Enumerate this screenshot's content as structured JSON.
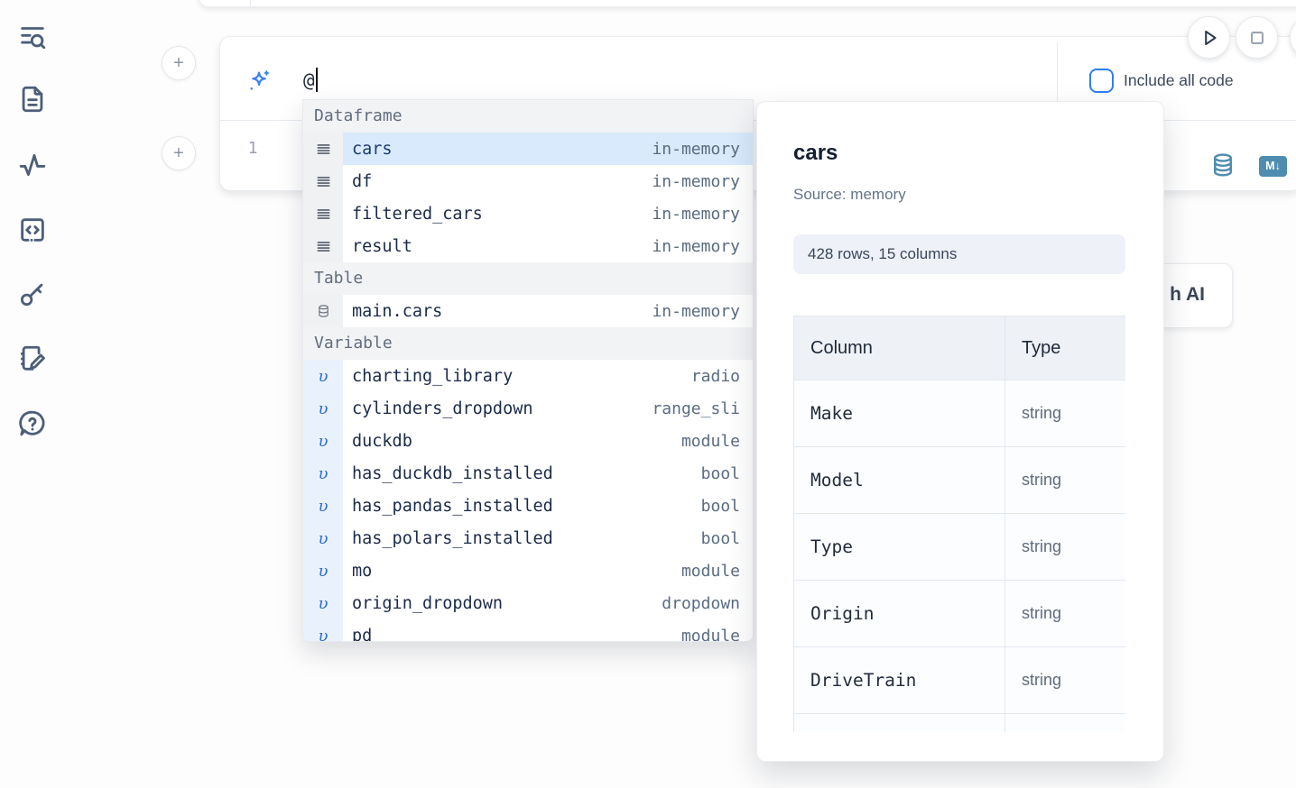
{
  "colors": {
    "accent_blue": "#2f7df6",
    "steel_blue": "#4e8cb0",
    "selection_bg": "#d8eafc",
    "sidebar_icon": "#4d5e79"
  },
  "sidebar": {
    "icons": [
      "list-search-icon",
      "document-icon",
      "activity-icon",
      "code-snippet-icon",
      "key-icon",
      "scratchpad-icon",
      "help-icon"
    ]
  },
  "cell": {
    "prompt_value": "@",
    "include_all_code_label": "Include all code",
    "line_number": "1",
    "mini_icons": [
      "database-icon",
      "markdown-export-icon"
    ],
    "markdown_badge_text": "M↓"
  },
  "run_controls": {
    "buttons": [
      "run-button",
      "stop-button"
    ]
  },
  "ai_button": {
    "visible_fragment": "h AI"
  },
  "autocomplete": {
    "sections": [
      {
        "label": "Dataframe",
        "items": [
          {
            "name": "cars",
            "type": "in-memory",
            "icon": "dataframe",
            "selected": true
          },
          {
            "name": "df",
            "type": "in-memory",
            "icon": "dataframe"
          },
          {
            "name": "filtered_cars",
            "type": "in-memory",
            "icon": "dataframe"
          },
          {
            "name": "result",
            "type": "in-memory",
            "icon": "dataframe"
          }
        ]
      },
      {
        "label": "Table",
        "items": [
          {
            "name": "main.cars",
            "type": "in-memory",
            "icon": "database"
          }
        ]
      },
      {
        "label": "Variable",
        "items": [
          {
            "name": "charting_library",
            "type": "radio",
            "icon": "variable"
          },
          {
            "name": "cylinders_dropdown",
            "type": "range_sli",
            "icon": "variable"
          },
          {
            "name": "duckdb",
            "type": "module",
            "icon": "variable"
          },
          {
            "name": "has_duckdb_installed",
            "type": "bool",
            "icon": "variable"
          },
          {
            "name": "has_pandas_installed",
            "type": "bool",
            "icon": "variable"
          },
          {
            "name": "has_polars_installed",
            "type": "bool",
            "icon": "variable"
          },
          {
            "name": "mo",
            "type": "module",
            "icon": "variable"
          },
          {
            "name": "origin_dropdown",
            "type": "dropdown",
            "icon": "variable"
          },
          {
            "name": "pd",
            "type": "module",
            "icon": "variable",
            "clipped": true
          }
        ]
      }
    ]
  },
  "preview": {
    "title": "cars",
    "source": "Source: memory",
    "shape": "428 rows, 15 columns",
    "table": {
      "headers": [
        "Column",
        "Type"
      ],
      "rows": [
        [
          "Make",
          "string"
        ],
        [
          "Model",
          "string"
        ],
        [
          "Type",
          "string"
        ],
        [
          "Origin",
          "string"
        ],
        [
          "DriveTrain",
          "string"
        ]
      ]
    }
  }
}
